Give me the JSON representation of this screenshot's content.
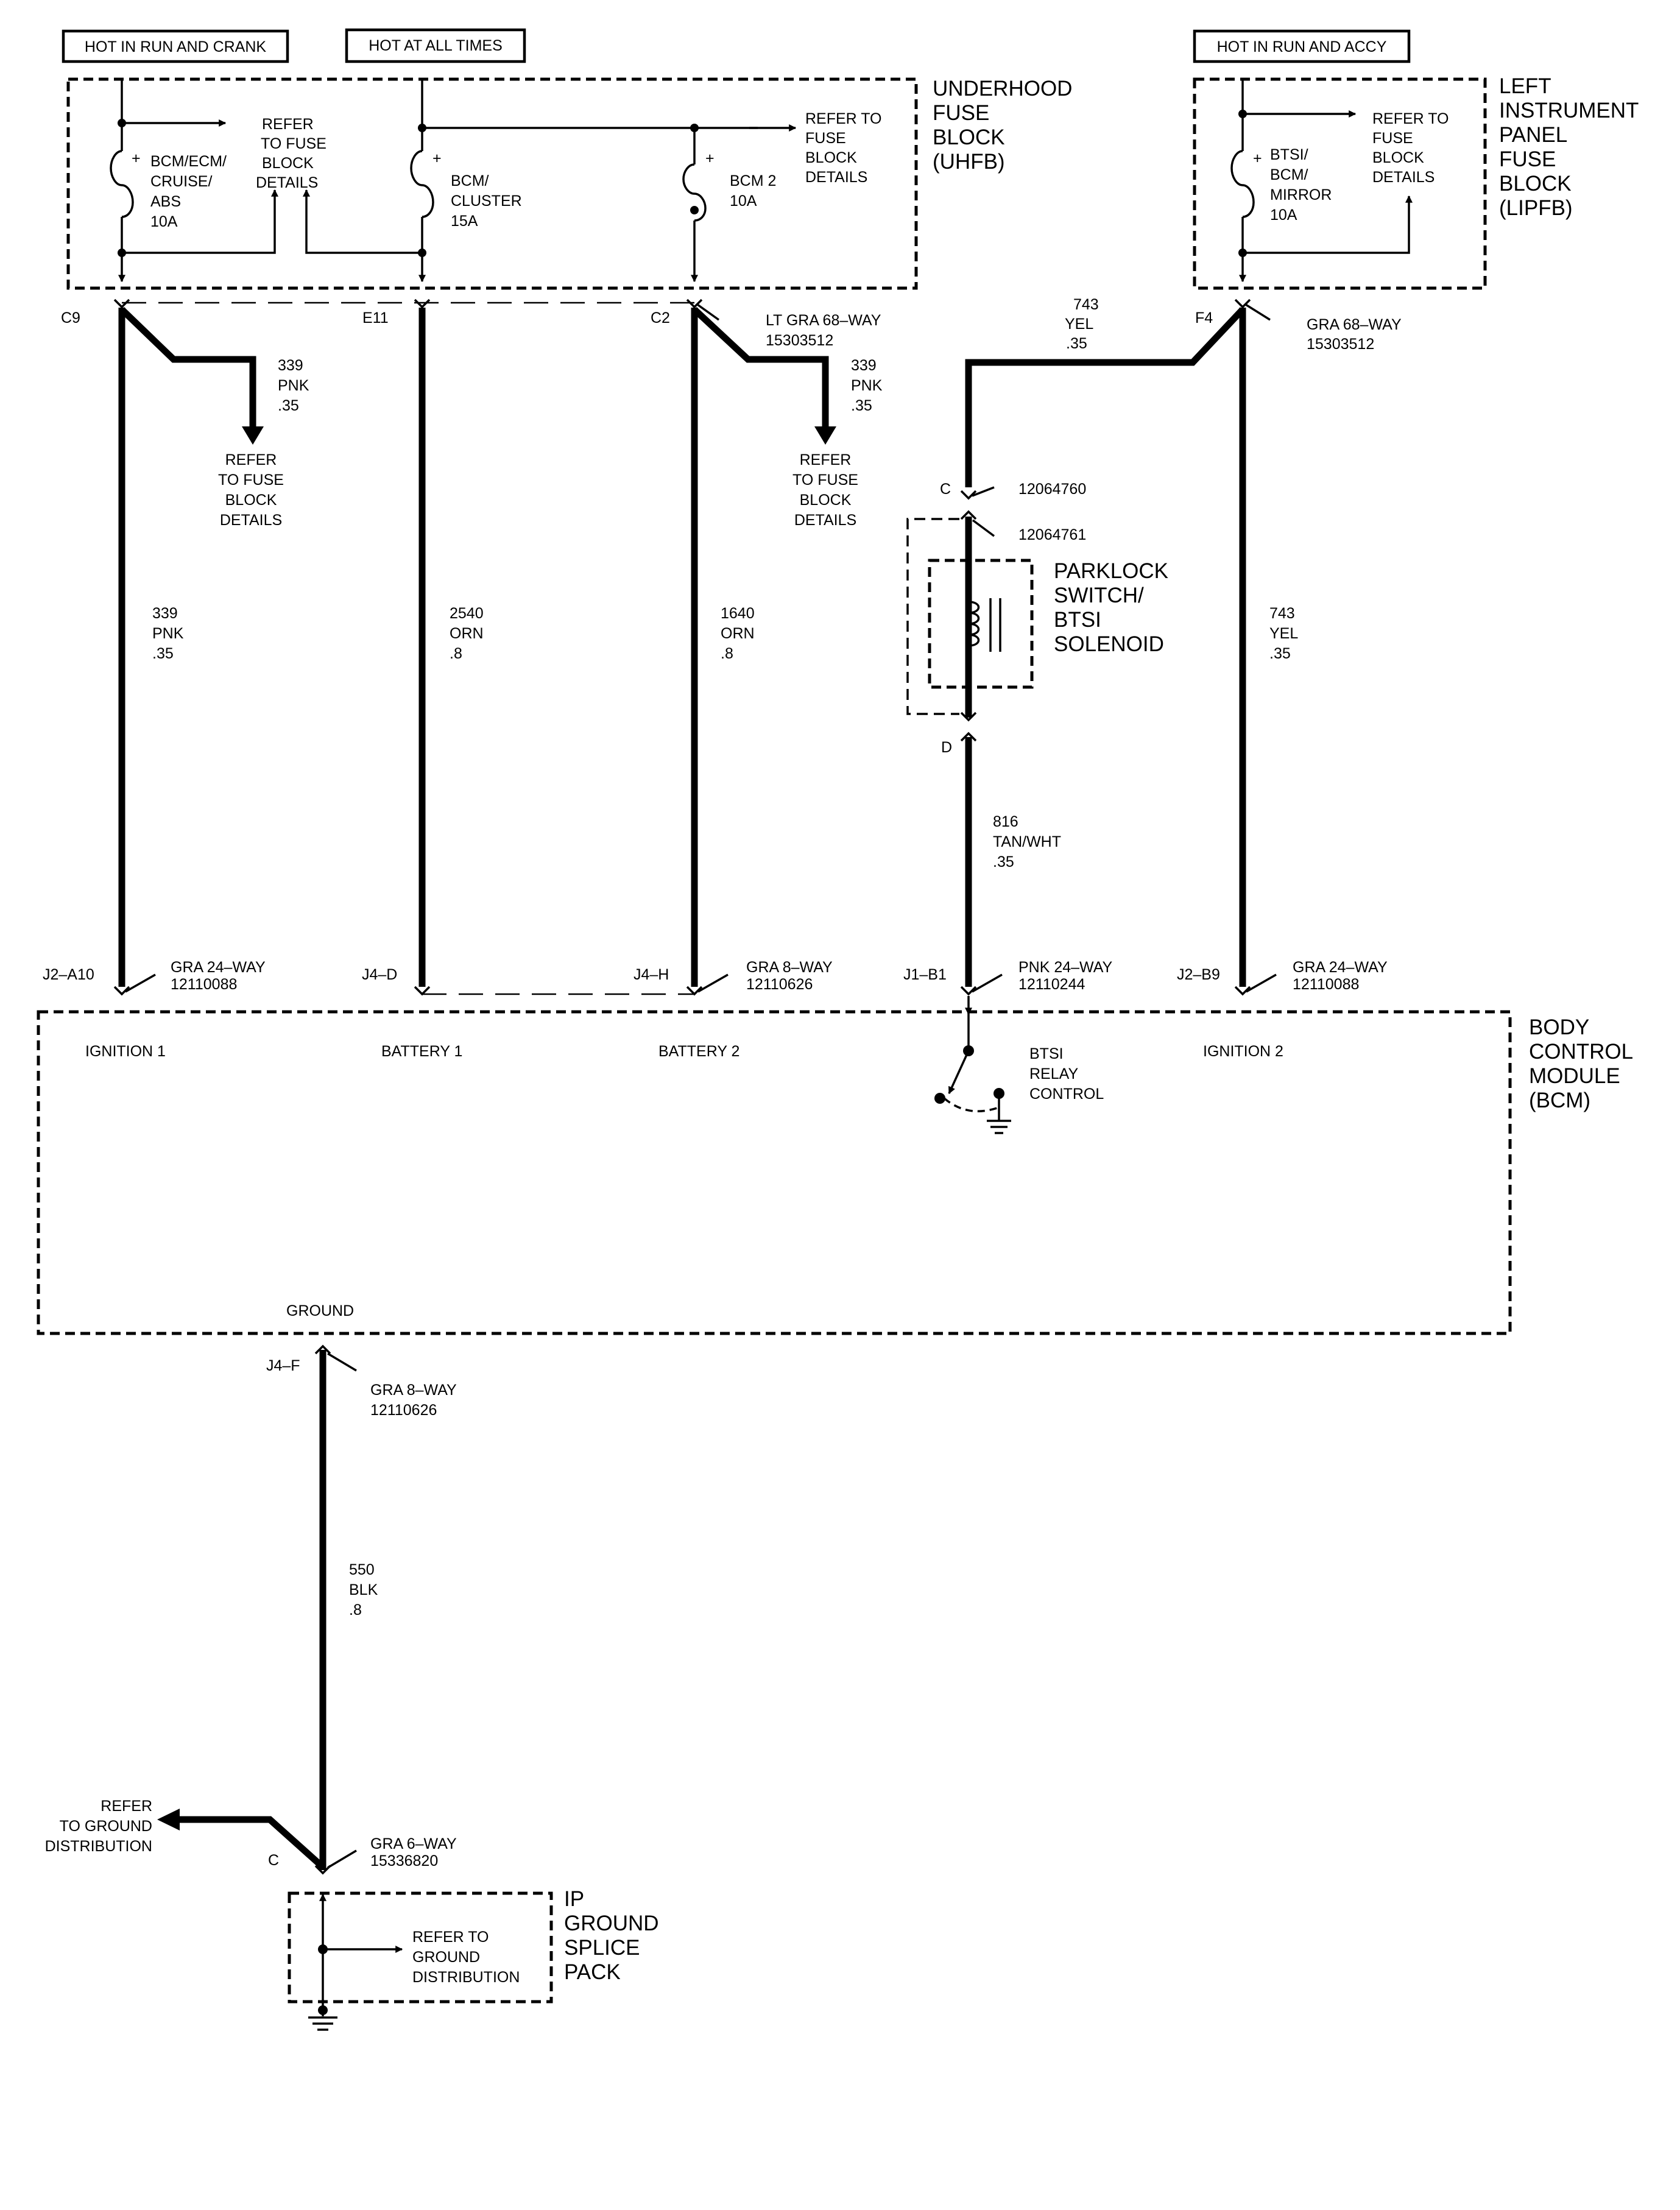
{
  "hot_labels": {
    "run_crank": "HOT IN RUN AND CRANK",
    "all_times": "HOT AT ALL TIMES",
    "run_accy": "HOT IN RUN AND ACCY"
  },
  "uhfb": {
    "title": [
      "UNDERHOOD",
      "FUSE",
      "BLOCK",
      "(UHFB)"
    ],
    "fuse1": [
      "BCM/ECM/",
      "CRUISE/",
      "ABS",
      "10A"
    ],
    "fuse2": [
      "BCM/",
      "CLUSTER",
      "15A"
    ],
    "fuse3": [
      "BCM 2",
      "10A"
    ],
    "refer_a": [
      "REFER",
      "TO FUSE",
      "BLOCK",
      "DETAILS"
    ],
    "refer_b": [
      "REFER TO",
      "FUSE",
      "BLOCK",
      "DETAILS"
    ],
    "plus": "+"
  },
  "lipfb": {
    "title": [
      "LEFT",
      "INSTRUMENT",
      "PANEL",
      "FUSE",
      "BLOCK",
      "(LIPFB)"
    ],
    "fuse": [
      "BTSI/",
      "BCM/",
      "MIRROR",
      "10A"
    ],
    "refer": [
      "REFER TO",
      "FUSE",
      "BLOCK",
      "DETAILS"
    ]
  },
  "top_connectors": {
    "c9": "C9",
    "e11": "E11",
    "c2": "C2",
    "c2_info": [
      "LT GRA 68–WAY",
      "15303512"
    ],
    "f4": "F4",
    "f4_info": [
      "GRA 68–WAY",
      "15303512"
    ]
  },
  "branch_refs": {
    "left_wire": [
      "339",
      "PNK",
      ".35"
    ],
    "left_text": [
      "REFER",
      "TO FUSE",
      "BLOCK",
      "DETAILS"
    ],
    "right_wire": [
      "339",
      "PNK",
      ".35"
    ],
    "right_text": [
      "REFER",
      "TO FUSE",
      "BLOCK",
      "DETAILS"
    ]
  },
  "wires": {
    "w339": [
      "339",
      "PNK",
      ".35"
    ],
    "w2540": [
      "2540",
      "ORN",
      ".8"
    ],
    "w1640": [
      "1640",
      "ORN",
      ".8"
    ],
    "w743_top": [
      "743",
      "YEL",
      ".35"
    ],
    "w743": [
      "743",
      "YEL",
      ".35"
    ],
    "w816": [
      "816",
      "TAN/WHT",
      ".35"
    ],
    "w550": [
      "550",
      "BLK",
      ".8"
    ]
  },
  "parklock": {
    "title": [
      "PARKLOCK",
      "SWITCH/",
      "BTSI",
      "SOLENOID"
    ],
    "conn_c": "C",
    "conn_c_part": "12064760",
    "conn_c_part2": "12064761",
    "conn_d": "D"
  },
  "bcm_connectors": {
    "j2a10": "J2–A10",
    "j2a10_info": [
      "GRA 24–WAY",
      "12110088"
    ],
    "j4d": "J4–D",
    "j4h": "J4–H",
    "j4h_info": [
      "GRA 8–WAY",
      "12110626"
    ],
    "j1b1": "J1–B1",
    "j1b1_info": [
      "PNK 24–WAY",
      "12110244"
    ],
    "j2b9": "J2–B9",
    "j2b9_info": [
      "GRA 24–WAY",
      "12110088"
    ]
  },
  "bcm": {
    "title": [
      "BODY",
      "CONTROL",
      "MODULE",
      "(BCM)"
    ],
    "ignition1": "IGNITION 1",
    "battery1": "BATTERY 1",
    "battery2": "BATTERY 2",
    "ignition2": "IGNITION 2",
    "btsi_relay": [
      "BTSI",
      "RELAY",
      "CONTROL"
    ],
    "ground": "GROUND"
  },
  "ground_section": {
    "j4f": "J4–F",
    "j4f_info": [
      "GRA 8–WAY",
      "12110626"
    ],
    "refer_left": [
      "REFER",
      "TO GROUND",
      "DISTRIBUTION"
    ],
    "c": "C",
    "c_info": [
      "GRA 6–WAY",
      "15336820"
    ],
    "splice_title": [
      "IP",
      "GROUND",
      "SPLICE",
      "PACK"
    ],
    "splice_refer": [
      "REFER TO",
      "GROUND",
      "DISTRIBUTION"
    ]
  }
}
